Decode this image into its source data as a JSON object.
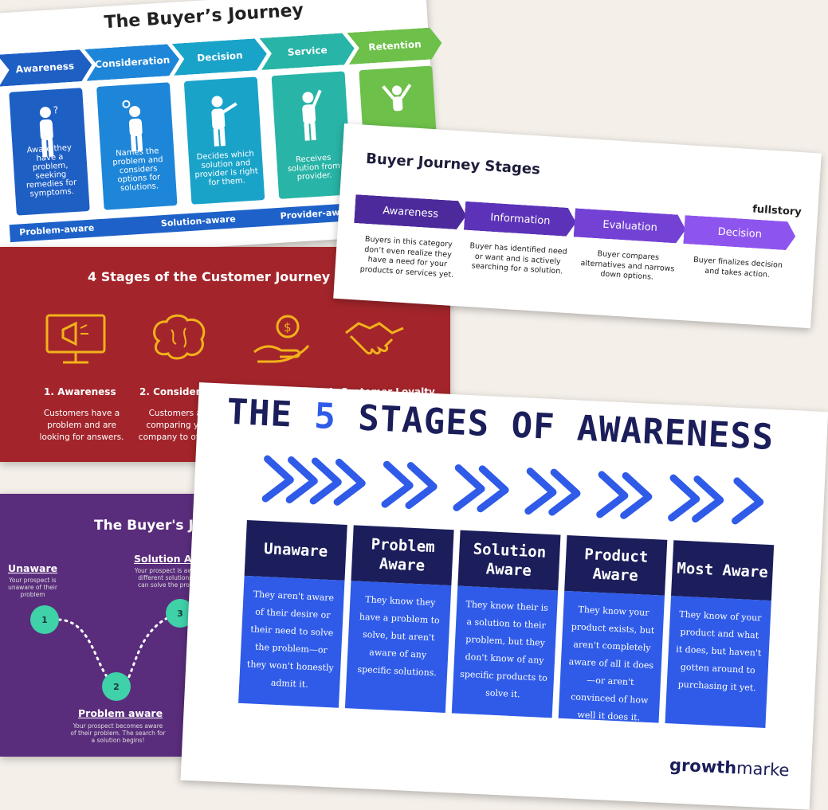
{
  "card1": {
    "title": "The Buyer’s Journey",
    "stages": [
      {
        "label": "Awareness",
        "color": "#1e5fc4"
      },
      {
        "label": "Consideration",
        "color": "#1e86d8"
      },
      {
        "label": "Decision",
        "color": "#1aa3c9"
      },
      {
        "label": "Service",
        "color": "#28b4a6"
      },
      {
        "label": "Retention",
        "color": "#6dc04a"
      }
    ],
    "panels": [
      {
        "text": "Aware they have a problem, seeking remedies for symptoms.",
        "icon": "confused-person-icon"
      },
      {
        "text": "Names the problem and considers options for solutions.",
        "icon": "thinking-person-icon"
      },
      {
        "text": "Decides which solution and provider is right for them.",
        "icon": "pointing-person-icon"
      },
      {
        "text": "Receives solution from provider.",
        "icon": "waving-person-icon"
      },
      {
        "text": "",
        "icon": "celebrating-people-icon"
      }
    ],
    "bottom_labels": [
      "Problem-aware",
      "Solution-aware",
      "Provider-aware"
    ]
  },
  "card2": {
    "title": "4 Stages of the Customer Journey",
    "icons": [
      "megaphone-monitor-icon",
      "brain-icon",
      "money-hand-icon",
      "handshake-icon"
    ],
    "stages": [
      {
        "label": "1. Awareness",
        "desc": "Customers have a problem and are looking for answers."
      },
      {
        "label": "2. Consideration",
        "desc": "Customers are comparing your company to others."
      },
      {
        "label": "4. Customer Loyalty",
        "desc": ""
      }
    ],
    "accent": "#f2b21a"
  },
  "card3": {
    "title": "Buyer Journey Stages",
    "logo": "fullstory",
    "stages": [
      {
        "label": "Awareness",
        "desc": "Buyers in this category don’t even realize they have a need for your products or services yet.",
        "color": "#4d2a9c"
      },
      {
        "label": "Information",
        "desc": "Buyer has identified need or want and is actively searching for a solution.",
        "color": "#5c33b8"
      },
      {
        "label": "Evaluation",
        "desc": "Buyer compares alternatives and narrows down options.",
        "color": "#7342d4"
      },
      {
        "label": "Decision",
        "desc": "Buyer finalizes decision and takes action.",
        "color": "#8e55ee"
      }
    ]
  },
  "card4": {
    "title": "The Buyer's Journey",
    "points": [
      {
        "number": "1",
        "label": "Unaware",
        "desc": "Your prospect is unaware of their problem"
      },
      {
        "number": "2",
        "label": "Problem aware",
        "desc": "Your prospect becomes aware of their problem. The search for a solution begins!"
      },
      {
        "number": "3",
        "label": "Solution Aware",
        "desc": "Your prospect is aware of different solutions that can solve the problem."
      }
    ]
  },
  "card5": {
    "title_pre": "THE ",
    "title_num": "5",
    "title_post": " STAGES OF AWARENESS",
    "columns": [
      {
        "head": "Unaware",
        "body": "They aren't aware of their desire or their need to solve the problem—or they won't honestly admit it."
      },
      {
        "head": "Problem Aware",
        "body": "They know they have a problem to solve, but aren't aware of any specific solutions."
      },
      {
        "head": "Solution Aware",
        "body": "They know their is a solution to their problem, but they don't know of any specific products to solve it."
      },
      {
        "head": "Product Aware",
        "body": "They know your product exists, but aren't completely aware of all it does—or aren't convinced of how well it does it."
      },
      {
        "head": "Most Aware",
        "body": "They know of your product and what it does, but haven't gotten around to purchasing it yet."
      }
    ],
    "logo_bold": "growth",
    "logo_rest": "marke"
  }
}
